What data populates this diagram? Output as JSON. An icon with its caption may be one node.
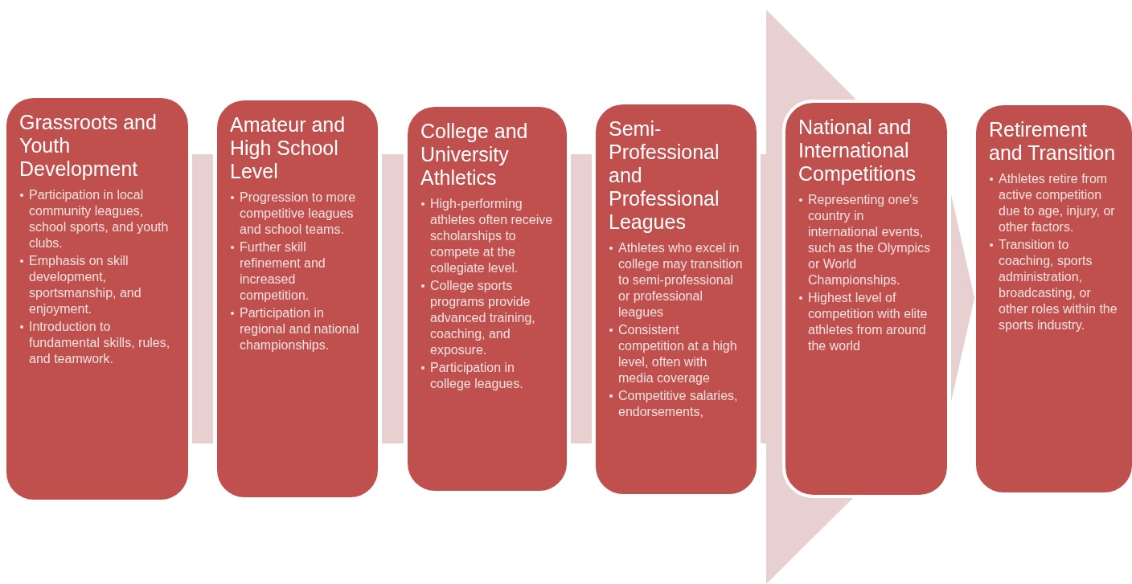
{
  "diagram": {
    "nodes": [
      {
        "text": [
          "Grassroots and Youth Development",
          "Participation in local community leagues, school sports, and youth clubs.",
          "Emphasis on skill development, sportsmanship, and enjoyment.",
          "Introduction to fundamental skills, rules, and teamwork."
        ]
      },
      {
        "text": [
          "Amateur and High School Level",
          "Progression to more competitive leagues and school teams.",
          "Further skill refinement and increased competition.",
          "Participation in regional and national championships."
        ]
      },
      {
        "text": [
          "College and University Athletics",
          "High-performing athletes often receive scholarships to compete at the collegiate level.",
          "College sports programs provide advanced training, coaching, and exposure.",
          "Participation in college leagues."
        ]
      },
      {
        "text": [
          "Semi-Professional and Professional Leagues",
          "Athletes who excel in college may transition to semi-professional or professional leagues",
          "Consistent competition at a high level, often with media coverage",
          "Competitive salaries, endorsements,"
        ]
      },
      {
        "text": [
          "National and International Competitions",
          "Representing one's country in international events, such as the Olympics or World Championships.",
          "Highest level of competition with elite athletes from around the world"
        ]
      },
      {
        "text": [
          "Retirement and Transition",
          "Athletes retire from active competition due to age, injury, or other factors.",
          "Transition to coaching, sports administration, broadcasting, or other roles within the sports industry."
        ]
      }
    ],
    "edges": [
      {
        "from": 0,
        "to": 1,
        "arrow": "none"
      },
      {
        "from": 1,
        "to": 2,
        "arrow": "none"
      },
      {
        "from": 2,
        "to": 3,
        "arrow": "none"
      },
      {
        "from": 3,
        "to": 4,
        "arrow": "none"
      },
      {
        "from": 4,
        "to": 5,
        "arrow": "to"
      }
    ]
  }
}
